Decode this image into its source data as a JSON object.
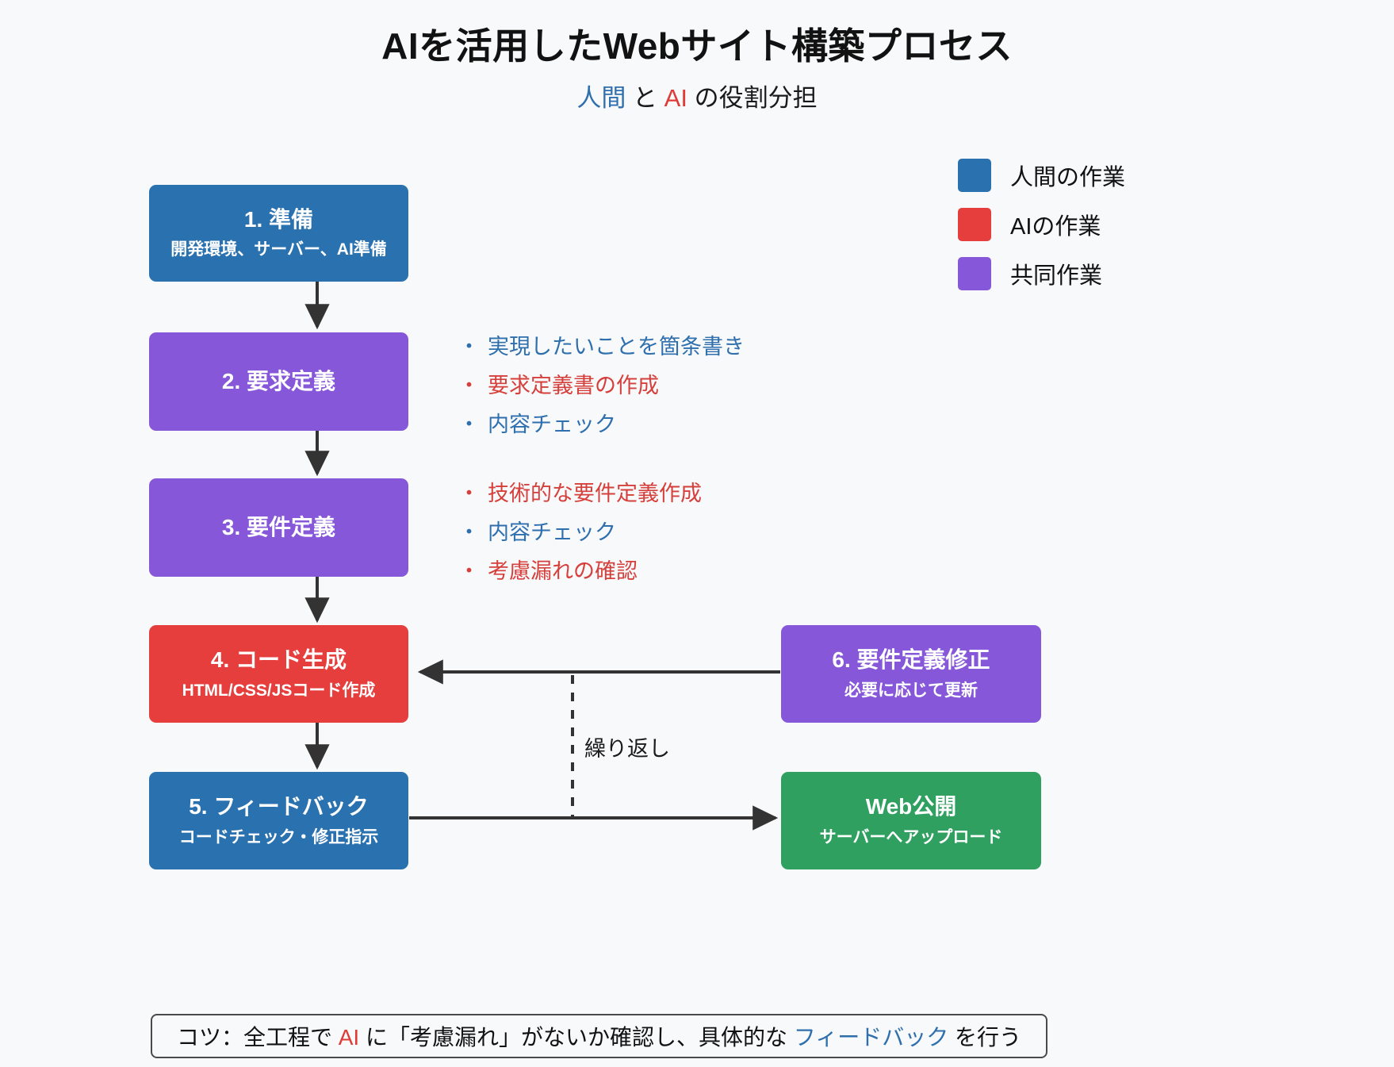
{
  "header": {
    "title": "AIを活用したWebサイト構築プロセス",
    "subtitle_human": "人間",
    "subtitle_mid": " と ",
    "subtitle_ai": "AI",
    "subtitle_tail": " の役割分担"
  },
  "legend": {
    "items": [
      {
        "label": "人間の作業",
        "color": "#2a71b0"
      },
      {
        "label": "AIの作業",
        "color": "#e63e3c"
      },
      {
        "label": "共同作業",
        "color": "#8657d9"
      }
    ]
  },
  "nodes": [
    {
      "id": "step1",
      "title": "1. 準備",
      "sub": "開発環境、サーバー、AI準備",
      "color": "#2a71b0",
      "role": "human"
    },
    {
      "id": "step2",
      "title": "2. 要求定義",
      "sub": "",
      "color": "#8657d9",
      "role": "joint"
    },
    {
      "id": "step3",
      "title": "3. 要件定義",
      "sub": "",
      "color": "#8657d9",
      "role": "joint"
    },
    {
      "id": "step4",
      "title": "4. コード生成",
      "sub": "HTML/CSS/JSコード作成",
      "color": "#e63e3c",
      "role": "ai"
    },
    {
      "id": "step5",
      "title": "5. フィードバック",
      "sub": "コードチェック・修正指示",
      "color": "#2a71b0",
      "role": "human"
    },
    {
      "id": "step6",
      "title": "6. 要件定義修正",
      "sub": "必要に応じて更新",
      "color": "#8657d9",
      "role": "joint"
    },
    {
      "id": "publish",
      "title": "Web公開",
      "sub": "サーバーへアップロード",
      "color": "#30a060",
      "role": "publish"
    }
  ],
  "bullet_groups": [
    {
      "id": "group-step2",
      "items": [
        {
          "text": "実現したいことを箇条書き",
          "role": "human"
        },
        {
          "text": "要求定義書の作成",
          "role": "ai"
        },
        {
          "text": "内容チェック",
          "role": "human"
        }
      ]
    },
    {
      "id": "group-step3",
      "items": [
        {
          "text": "技術的な要件定義作成",
          "role": "ai"
        },
        {
          "text": "内容チェック",
          "role": "human"
        },
        {
          "text": "考慮漏れの確認",
          "role": "ai"
        }
      ]
    }
  ],
  "bullet_marker": "・",
  "loop": {
    "label": "繰り返し"
  },
  "tip": {
    "lead": "コツ：全工程で ",
    "ai": "AI",
    "mid": " に「考慮漏れ」がないか確認し、具体的な ",
    "human": "フィードバック",
    "tail": " を行う"
  },
  "colors": {
    "human": "#2f6fad",
    "ai": "#d6403c",
    "joint": "#8657d9",
    "publish": "#30a060",
    "arrow": "#333333",
    "background": "#f7f9fa"
  }
}
